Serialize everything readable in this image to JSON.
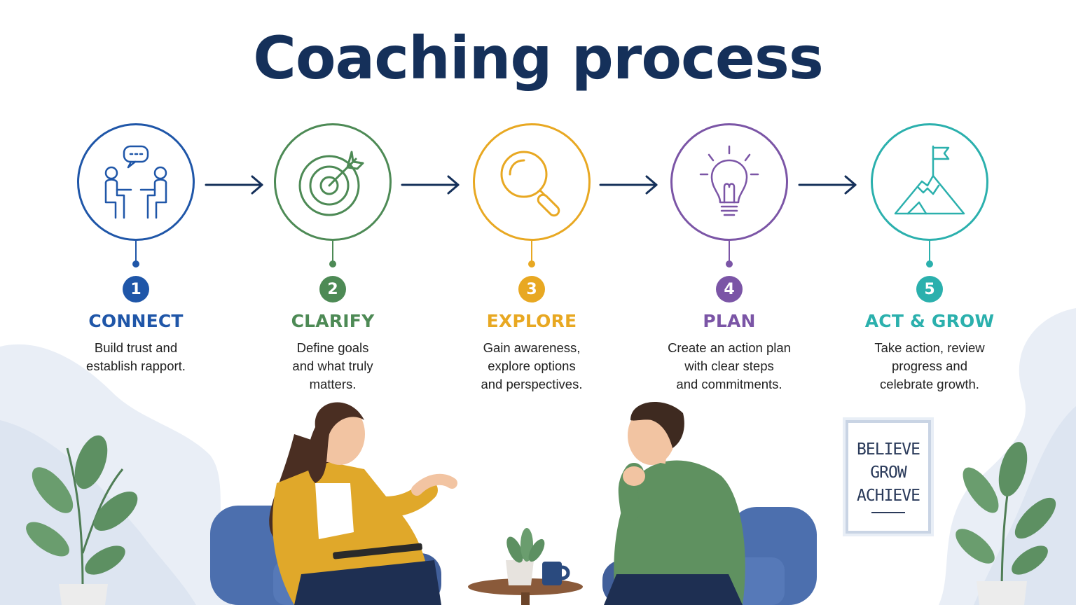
{
  "title": "Coaching process",
  "colors": {
    "navy": "#15305a",
    "step1": "#1f56a8",
    "step2": "#4d8a55",
    "step3": "#e8a822",
    "step4": "#7b55a6",
    "step5": "#2bb0ad",
    "chair": "#4c6fae",
    "plant": "#5d9062"
  },
  "steps": [
    {
      "number": "1",
      "label": "CONNECT",
      "icon": "conversation-icon",
      "desc": [
        "Build trust and",
        "establish rapport."
      ]
    },
    {
      "number": "2",
      "label": "CLARIFY",
      "icon": "target-icon",
      "desc": [
        "Define goals",
        "and what truly",
        "matters."
      ]
    },
    {
      "number": "3",
      "label": "EXPLORE",
      "icon": "magnifier-icon",
      "desc": [
        "Gain awareness,",
        "explore options",
        "and perspectives."
      ]
    },
    {
      "number": "4",
      "label": "PLAN",
      "icon": "lightbulb-icon",
      "desc": [
        "Create an action plan",
        "with clear steps",
        "and commitments."
      ]
    },
    {
      "number": "5",
      "label": "ACT & GROW",
      "icon": "mountain-flag-icon",
      "desc": [
        "Take action, review",
        "progress and",
        "celebrate growth."
      ]
    }
  ],
  "poster": {
    "lines": [
      "BELIEVE",
      "GROW",
      "ACHIEVE"
    ]
  }
}
